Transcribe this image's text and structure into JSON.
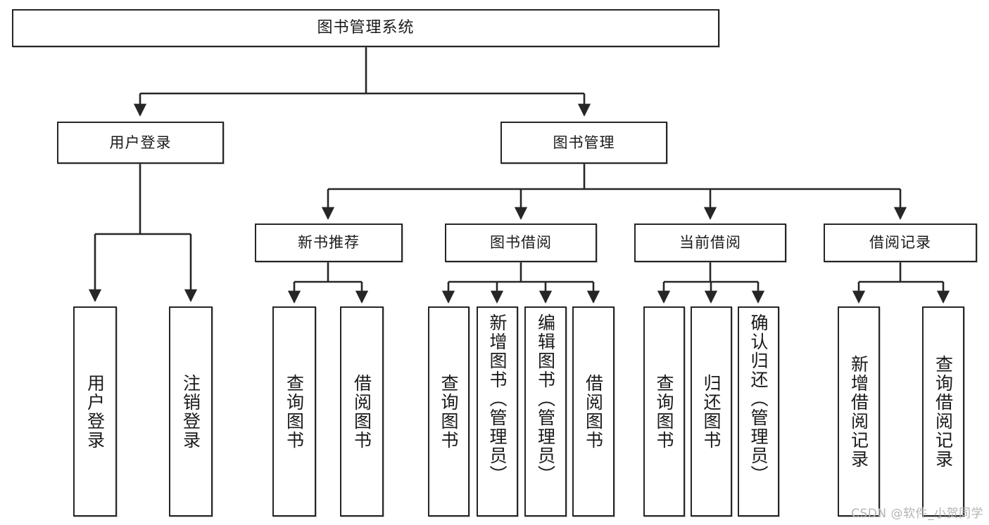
{
  "diagram": {
    "title": "图书管理系统",
    "type": "hierarchy-tree",
    "watermark": "CSDN @软件_小贺同学",
    "colors": {
      "box_border": "#262626",
      "box_fill": "#ffffff",
      "edge": "#262626",
      "text": "#1a1a1a",
      "watermark": "#b4b4b4",
      "background": "#ffffff"
    },
    "nodes": {
      "root": {
        "label": "图书管理系统"
      },
      "level1": [
        {
          "label": "用户登录"
        },
        {
          "label": "图书管理"
        }
      ],
      "level2": [
        {
          "label": "新书推荐"
        },
        {
          "label": "图书借阅"
        },
        {
          "label": "当前借阅"
        },
        {
          "label": "借阅记录"
        }
      ],
      "leaves": {
        "user_login": [
          {
            "label": "用户登录"
          },
          {
            "label": "注销登录"
          }
        ],
        "new_book_recommend": [
          {
            "label": "查询图书"
          },
          {
            "label": "借阅图书"
          }
        ],
        "book_borrow": [
          {
            "label": "查询图书"
          },
          {
            "label": "新增图书（管理员）"
          },
          {
            "label": "编辑图书（管理员）"
          },
          {
            "label": "借阅图书"
          }
        ],
        "current_borrow": [
          {
            "label": "查询图书"
          },
          {
            "label": "归还图书"
          },
          {
            "label": "确认归还（管理员）"
          }
        ],
        "borrow_record": [
          {
            "label": "新增借阅记录"
          },
          {
            "label": "查询借阅记录"
          }
        ]
      }
    }
  }
}
